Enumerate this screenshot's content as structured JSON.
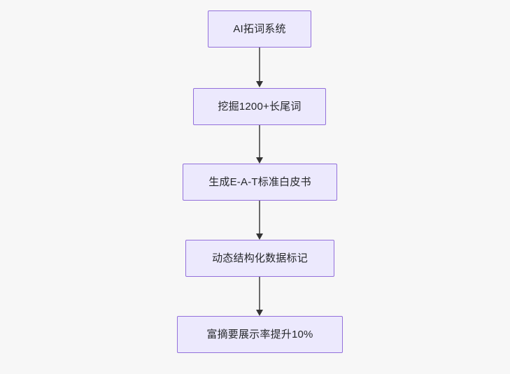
{
  "diagram": {
    "type": "flowchart",
    "orientation": "top-to-bottom",
    "background_color": "#f7f7f7",
    "node_fill_color": "#ece9fd",
    "node_border_color": "#9370db",
    "node_text_color": "#26282b",
    "edge_color": "#6b6b6b",
    "arrowhead_color": "#333333",
    "nodes": [
      {
        "id": "node-1",
        "label": "AI拓词系统"
      },
      {
        "id": "node-2",
        "label": "挖掘1200+长尾词"
      },
      {
        "id": "node-3",
        "label": "生成E-A-T标准白皮书"
      },
      {
        "id": "node-4",
        "label": "动态结构化数据标记"
      },
      {
        "id": "node-5",
        "label": "富摘要展示率提升10%"
      }
    ],
    "edges": [
      {
        "id": "edge-1",
        "from": "node-1",
        "to": "node-2",
        "label": ""
      },
      {
        "id": "edge-2",
        "from": "node-2",
        "to": "node-3",
        "label": ""
      },
      {
        "id": "edge-3",
        "from": "node-3",
        "to": "node-4",
        "label": ""
      },
      {
        "id": "edge-4",
        "from": "node-4",
        "to": "node-5",
        "label": ""
      }
    ]
  }
}
